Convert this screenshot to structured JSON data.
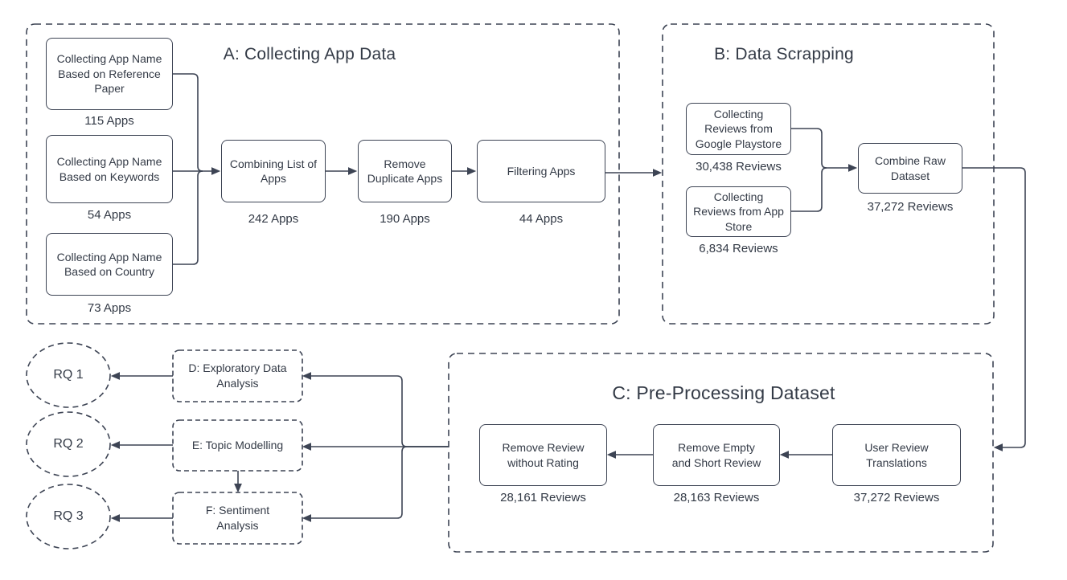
{
  "colors": {
    "line": "#3d4454",
    "text": "#333a46",
    "background": "#ffffff"
  },
  "sections": {
    "a": {
      "title": "A: Collecting App Data"
    },
    "b": {
      "title": "B: Data Scrapping"
    },
    "c": {
      "title": "C: Pre-Processing Dataset"
    }
  },
  "nodes": {
    "refpaper": {
      "label": "Collecting App Name Based on Reference Paper",
      "caption": "115 Apps"
    },
    "keywords": {
      "label": "Collecting App Name Based on Keywords",
      "caption": "54 Apps"
    },
    "country": {
      "label": "Collecting App Name Based on Country",
      "caption": "73 Apps"
    },
    "combining": {
      "label": "Combining List of Apps",
      "caption": "242 Apps"
    },
    "duplicate": {
      "label": "Remove Duplicate Apps",
      "caption": "190 Apps"
    },
    "filtering": {
      "label": "Filtering Apps",
      "caption": "44 Apps"
    },
    "playstore": {
      "label": "Collecting Reviews from Google Playstore",
      "caption": "30,438 Reviews"
    },
    "appstore": {
      "label": "Collecting Reviews from App Store",
      "caption": "6,834 Reviews"
    },
    "combineraw": {
      "label": "Combine Raw Dataset",
      "caption": "37,272 Reviews"
    },
    "removerating": {
      "label": "Remove Review without Rating",
      "caption": "28,161 Reviews"
    },
    "removeempty": {
      "label": "Remove Empty and Short Review",
      "caption": "28,163 Reviews"
    },
    "translations": {
      "label": "User Review Translations",
      "caption": "37,272 Reviews"
    }
  },
  "processes": {
    "d": {
      "label": "D: Exploratory Data Analysis"
    },
    "e": {
      "label": "E: Topic Modelling"
    },
    "f": {
      "label": "F: Sentiment Analysis"
    }
  },
  "outputs": {
    "rq1": {
      "label": "RQ 1"
    },
    "rq2": {
      "label": "RQ 2"
    },
    "rq3": {
      "label": "RQ 3"
    }
  }
}
